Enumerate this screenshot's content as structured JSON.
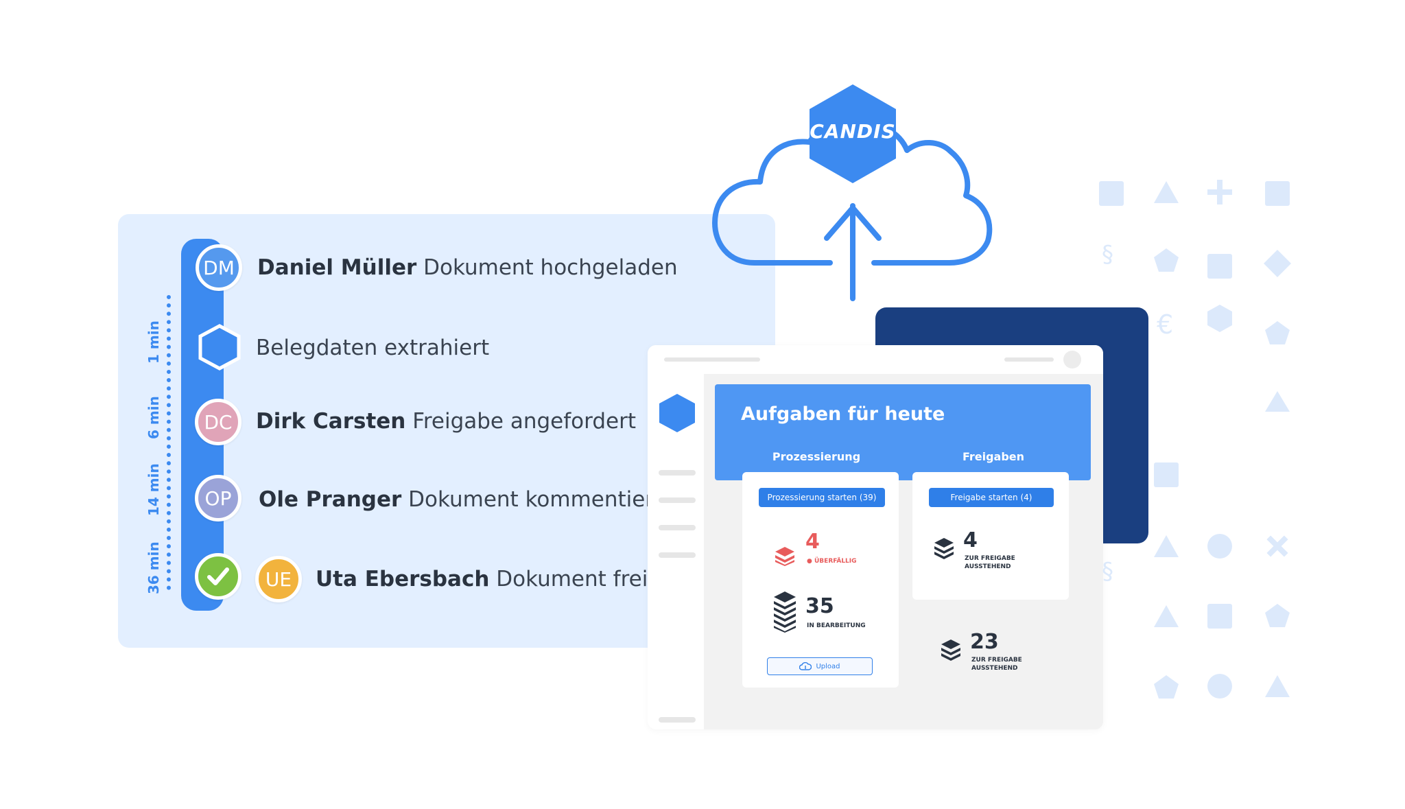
{
  "logo": {
    "text": "CANDIS"
  },
  "timeline": {
    "intervals": [
      "1 min",
      "6 min",
      "14 min",
      "36 min"
    ],
    "events": [
      {
        "initials": "DM",
        "name": "Daniel Müller",
        "action": "Dokument hochgeladen",
        "color": "#5599ee"
      },
      {
        "initials": "",
        "name": "",
        "action": "Belegdaten extrahiert",
        "color": "#3c8af0"
      },
      {
        "initials": "DC",
        "name": "Dirk Carsten",
        "action": "Freigabe angefordert",
        "color": "#e0a4b8"
      },
      {
        "initials": "OP",
        "name": "Ole Pranger",
        "action": "Dokument kommentiert",
        "color": "#9aa3d8"
      },
      {
        "initials": "UE",
        "name": "Uta Ebersbach",
        "action": "Dokument freige",
        "color": "#f2b33d"
      }
    ],
    "check_color": "#7dc142"
  },
  "tasks": {
    "title": "Aufgaben für heute",
    "processing": {
      "heading": "Prozessierung",
      "button": "Prozessierung starten (39)",
      "overdue_count": "4",
      "overdue_label": "ÜBERFÄLLIG",
      "inprogress_count": "35",
      "inprogress_label": "IN BEARBEITUNG",
      "upload_label": "Upload"
    },
    "approvals": {
      "heading": "Freigaben",
      "button": "Freigabe starten (4)",
      "pending_count": "4",
      "pending_label_1": "ZUR FREIGABE",
      "pending_label_2": "AUSSTEHEND",
      "other_count": "23",
      "other_label_1": "ZUR FREIGABE",
      "other_label_2": "AUSSTEHEND"
    }
  },
  "colors": {
    "accent": "#3c8af0",
    "dark": "#1a3f80",
    "overdue": "#e85c5c",
    "panel_bg": "#e3efff"
  }
}
